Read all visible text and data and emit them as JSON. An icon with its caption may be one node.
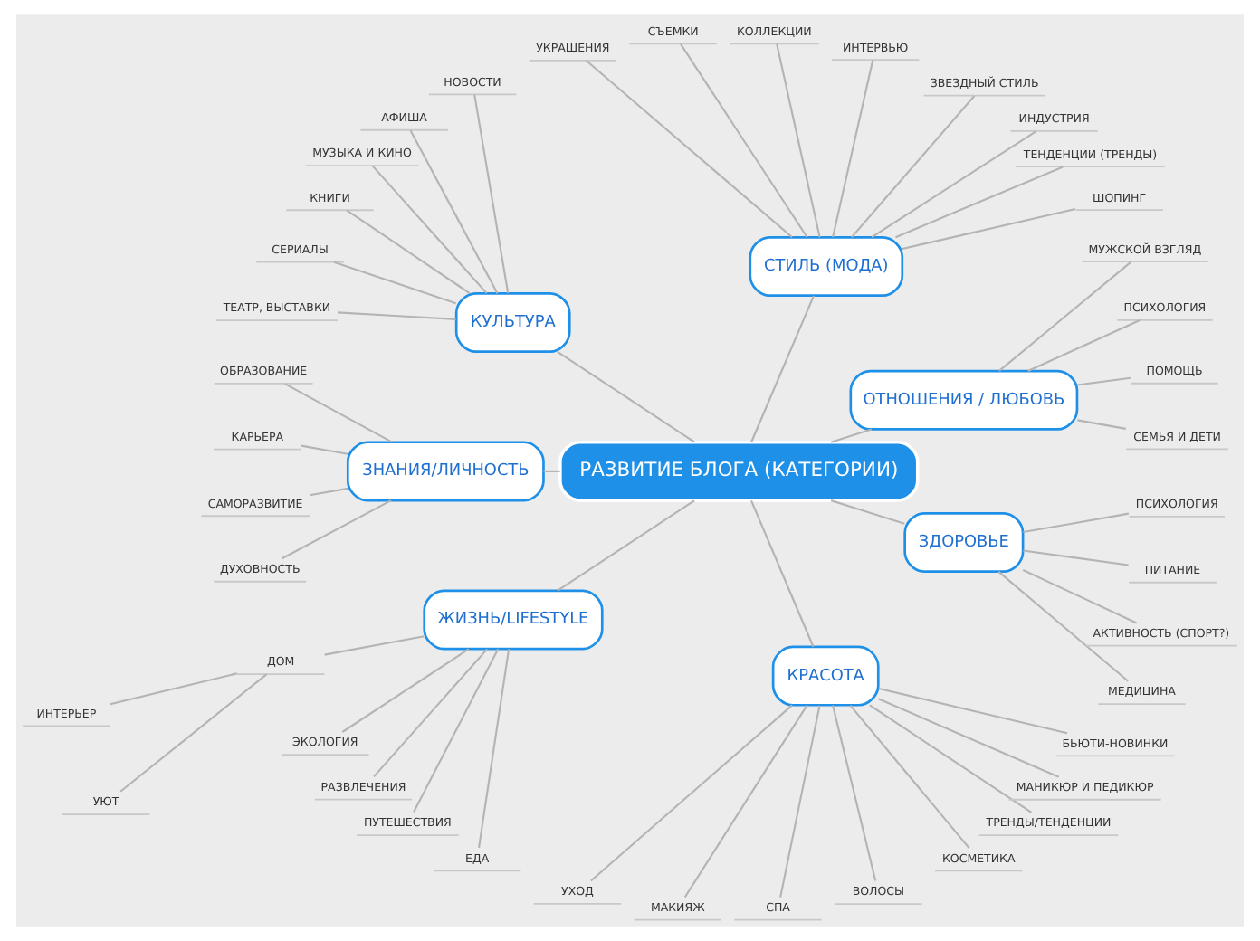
{
  "diagram": {
    "nodes": [
      {
        "text": [
          "РАЗВИТИЕ БЛОГА (КАТЕГОРИИ)"
        ]
      },
      {
        "text": [
          "ОТНОШЕНИЯ / ЛЮБОВЬ"
        ]
      },
      {
        "text": [
          "СЕМЬЯ И ДЕТИ"
        ]
      },
      {
        "text": [
          "ПОМОЩЬ"
        ]
      },
      {
        "text": [
          "ПСИХОЛОГИЯ"
        ]
      },
      {
        "text": [
          "МУЖСКОЙ ВЗГЛЯД"
        ]
      },
      {
        "text": [
          "СТИЛЬ (МОДА)"
        ]
      },
      {
        "text": [
          "ШОПИНГ"
        ]
      },
      {
        "text": [
          "ТЕНДЕНЦИИ (ТРЕНДЫ)"
        ]
      },
      {
        "text": [
          "ИНДУСТРИЯ"
        ]
      },
      {
        "text": [
          "ЗВЕЗДНЫЙ СТИЛЬ"
        ]
      },
      {
        "text": [
          "ИНТЕРВЬЮ"
        ]
      },
      {
        "text": [
          "КОЛЛЕКЦИИ"
        ]
      },
      {
        "text": [
          "СЪЕМКИ"
        ]
      },
      {
        "text": [
          "УКРАШЕНИЯ"
        ]
      },
      {
        "text": [
          "КУЛЬТУРА"
        ]
      },
      {
        "text": [
          "НОВОСТИ"
        ]
      },
      {
        "text": [
          "АФИША"
        ]
      },
      {
        "text": [
          "МУЗЫКА И КИНО"
        ]
      },
      {
        "text": [
          "КНИГИ"
        ]
      },
      {
        "text": [
          "СЕРИАЛЫ"
        ]
      },
      {
        "text": [
          "ТЕАТР, ВЫСТАВКИ"
        ]
      },
      {
        "text": [
          "ЗНАНИЯ/ЛИЧНОСТЬ"
        ]
      },
      {
        "text": [
          "ОБРАЗОВАНИЕ"
        ]
      },
      {
        "text": [
          "КАРЬЕРА"
        ]
      },
      {
        "text": [
          "САМОРАЗВИТИЕ"
        ]
      },
      {
        "text": [
          "ДУХОВНОСТЬ"
        ]
      },
      {
        "text": [
          "ЖИЗНЬ/LIFESTYLE"
        ]
      },
      {
        "text": [
          "ДОМ"
        ]
      },
      {
        "text": [
          "ИНТЕРЬЕР"
        ]
      },
      {
        "text": [
          "УЮТ"
        ]
      },
      {
        "text": [
          "ЭКОЛОГИЯ"
        ]
      },
      {
        "text": [
          "РАЗВЛЕЧЕНИЯ"
        ]
      },
      {
        "text": [
          "ПУТЕШЕСТВИЯ"
        ]
      },
      {
        "text": [
          "ЕДА"
        ]
      },
      {
        "text": [
          "КРАСОТА"
        ]
      },
      {
        "text": [
          "УХОД"
        ]
      },
      {
        "text": [
          "МАКИЯЖ"
        ]
      },
      {
        "text": [
          "СПА"
        ]
      },
      {
        "text": [
          "ВОЛОСЫ"
        ]
      },
      {
        "text": [
          "КОСМЕТИКА"
        ]
      },
      {
        "text": [
          "ТРЕНДЫ/ТЕНДЕНЦИИ"
        ]
      },
      {
        "text": [
          "МАНИКЮР И ПЕДИКЮР"
        ]
      },
      {
        "text": [
          "БЬЮТИ-НОВИНКИ"
        ]
      },
      {
        "text": [
          "ЗДОРОВЬЕ"
        ]
      },
      {
        "text": [
          "МЕДИЦИНА"
        ]
      },
      {
        "text": [
          "АКТИВНОСТЬ (СПОРТ?)"
        ]
      },
      {
        "text": [
          "ПИТАНИЕ"
        ]
      },
      {
        "text": [
          "ПСИХОЛОГИЯ"
        ]
      }
    ],
    "edges": [
      {
        "from": 0,
        "to": 1,
        "arrow": "none"
      },
      {
        "from": 1,
        "to": 2,
        "arrow": "none"
      },
      {
        "from": 1,
        "to": 3,
        "arrow": "none"
      },
      {
        "from": 1,
        "to": 4,
        "arrow": "none"
      },
      {
        "from": 1,
        "to": 5,
        "arrow": "none"
      },
      {
        "from": 0,
        "to": 6,
        "arrow": "none"
      },
      {
        "from": 6,
        "to": 7,
        "arrow": "none"
      },
      {
        "from": 6,
        "to": 8,
        "arrow": "none"
      },
      {
        "from": 6,
        "to": 9,
        "arrow": "none"
      },
      {
        "from": 6,
        "to": 10,
        "arrow": "none"
      },
      {
        "from": 6,
        "to": 11,
        "arrow": "none"
      },
      {
        "from": 6,
        "to": 12,
        "arrow": "none"
      },
      {
        "from": 6,
        "to": 13,
        "arrow": "none"
      },
      {
        "from": 6,
        "to": 14,
        "arrow": "none"
      },
      {
        "from": 0,
        "to": 15,
        "arrow": "none"
      },
      {
        "from": 15,
        "to": 16,
        "arrow": "none"
      },
      {
        "from": 15,
        "to": 17,
        "arrow": "none"
      },
      {
        "from": 15,
        "to": 18,
        "arrow": "none"
      },
      {
        "from": 15,
        "to": 19,
        "arrow": "none"
      },
      {
        "from": 15,
        "to": 20,
        "arrow": "none"
      },
      {
        "from": 15,
        "to": 21,
        "arrow": "none"
      },
      {
        "from": 0,
        "to": 22,
        "arrow": "none"
      },
      {
        "from": 22,
        "to": 23,
        "arrow": "none"
      },
      {
        "from": 22,
        "to": 24,
        "arrow": "none"
      },
      {
        "from": 22,
        "to": 25,
        "arrow": "none"
      },
      {
        "from": 22,
        "to": 26,
        "arrow": "none"
      },
      {
        "from": 0,
        "to": 27,
        "arrow": "none"
      },
      {
        "from": 27,
        "to": 28,
        "arrow": "none"
      },
      {
        "from": 28,
        "to": 29,
        "arrow": "none"
      },
      {
        "from": 28,
        "to": 30,
        "arrow": "none"
      },
      {
        "from": 27,
        "to": 31,
        "arrow": "none"
      },
      {
        "from": 27,
        "to": 32,
        "arrow": "none"
      },
      {
        "from": 27,
        "to": 33,
        "arrow": "none"
      },
      {
        "from": 27,
        "to": 34,
        "arrow": "none"
      },
      {
        "from": 0,
        "to": 35,
        "arrow": "none"
      },
      {
        "from": 35,
        "to": 36,
        "arrow": "none"
      },
      {
        "from": 35,
        "to": 37,
        "arrow": "none"
      },
      {
        "from": 35,
        "to": 38,
        "arrow": "none"
      },
      {
        "from": 35,
        "to": 39,
        "arrow": "none"
      },
      {
        "from": 35,
        "to": 40,
        "arrow": "none"
      },
      {
        "from": 35,
        "to": 41,
        "arrow": "none"
      },
      {
        "from": 35,
        "to": 42,
        "arrow": "none"
      },
      {
        "from": 35,
        "to": 43,
        "arrow": "none"
      },
      {
        "from": 0,
        "to": 44,
        "arrow": "none"
      },
      {
        "from": 44,
        "to": 45,
        "arrow": "none"
      },
      {
        "from": 44,
        "to": 46,
        "arrow": "none"
      },
      {
        "from": 44,
        "to": 47,
        "arrow": "none"
      },
      {
        "from": 44,
        "to": 48,
        "arrow": "none"
      }
    ]
  }
}
